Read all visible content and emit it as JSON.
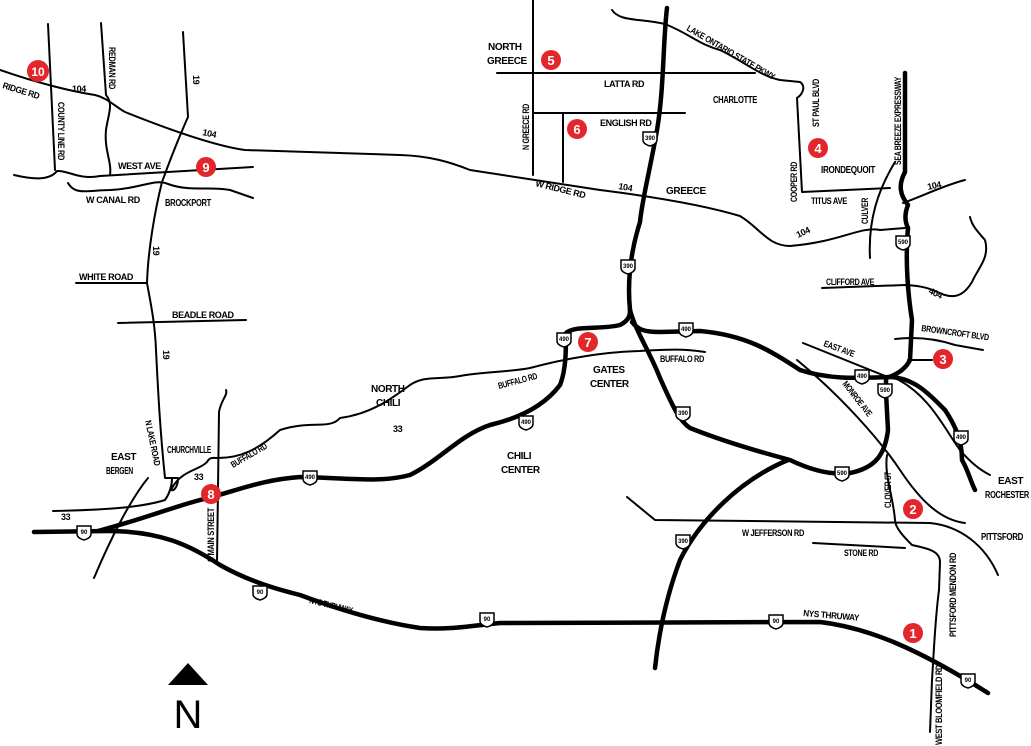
{
  "colors": {
    "marker": "#e3262b",
    "road": "#000000",
    "background": "#ffffff"
  },
  "markers": [
    "1",
    "2",
    "3",
    "4",
    "5",
    "6",
    "7",
    "8",
    "9",
    "10"
  ],
  "shields": {
    "i90": "90",
    "i390": "390",
    "i490": "490",
    "i590": "590"
  },
  "compass": {
    "label": "N"
  },
  "roads": {
    "ridge_rd": "RIDGE RD",
    "route_104": "104",
    "county_line_rd": "COUNTY LINE RD",
    "redman_rd": "REDMAN RD",
    "route_19": "19",
    "west_ave": "WEST AVE",
    "w_canal_rd": "W CANAL RD",
    "white_road": "WHITE ROAD",
    "beadle_road": "BEADLE ROAD",
    "latta_rd": "LATTA RD",
    "n_greece_rd": "N GREECE RD",
    "english_rd": "ENGLISH RD",
    "w_ridge_rd": "W RIDGE RD",
    "lake_ontario_state_pkwy": "LAKE ONTARIO STATE PKWY",
    "st_paul_blvd": "ST PAUL BLVD",
    "cooper_rd": "COOPER RD",
    "titus_ave": "TITUS AVE",
    "culver": "CULVER",
    "sea_breeze_expressway": "SEA BREEZE EXPRESSWAY",
    "clifford_ave": "CLIFFORD AVE",
    "route_404": "404",
    "browncroft_blvd": "BROWNCROFT BLVD",
    "east_ave": "EAST AVE",
    "monroe_ave": "MONROE AVE",
    "buffalo_rd": "BUFFALO RD",
    "route_33": "33",
    "n_lake_road": "N LAKE ROAD",
    "s_main_street": "S MAIN STREET",
    "nys_thruway": "NYS THRUWAY",
    "w_jefferson_rd": "W JEFFERSON RD",
    "stone_rd": "STONE RD",
    "clover_st": "CLOVER ST",
    "pittsford_mendon_rd": "PITTSFORD MENDON RD",
    "west_bloomfield_rd": "WEST BLOOMFIELD RD"
  },
  "places": {
    "north_greece": [
      "NORTH",
      "GREECE"
    ],
    "charlotte": "CHARLOTTE",
    "greece": "GREECE",
    "irondequoit": "IRONDEQUOIT",
    "brockport": "BROCKPORT",
    "gates_center": [
      "GATES",
      "CENTER"
    ],
    "north_chili": [
      "NORTH",
      "CHILI"
    ],
    "churchville": "CHURCHVILLE",
    "east_bergen": [
      "EAST",
      "BERGEN"
    ],
    "chili_center": [
      "CHILI",
      "CENTER"
    ],
    "east_rochester": [
      "EAST",
      "ROCHESTER"
    ],
    "pittsford": "PITTSFORD"
  }
}
